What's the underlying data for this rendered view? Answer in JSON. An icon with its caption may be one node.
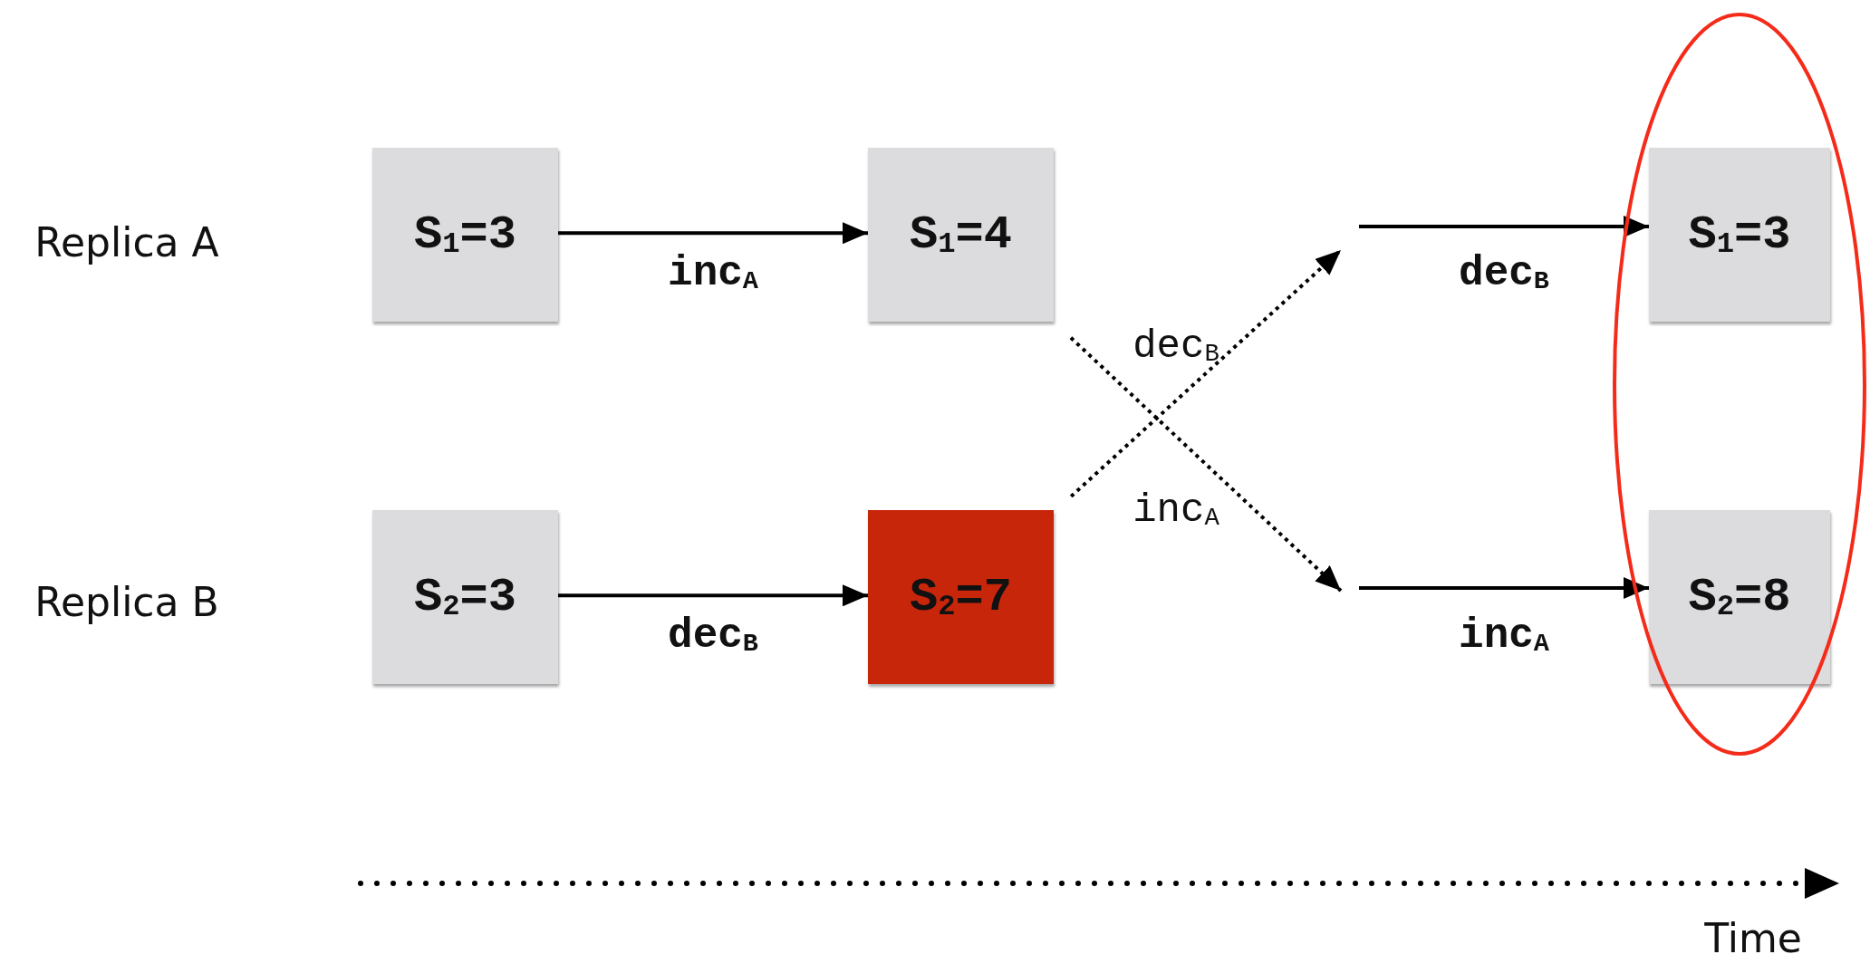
{
  "diagram": {
    "nodes": [
      {
        "text": [
          "S$_{1}$=3"
        ]
      },
      {
        "text": [
          "S$_{1}$=4"
        ]
      },
      {
        "text": [
          "S$_{1}$=3"
        ]
      },
      {
        "text": [
          "S$_{2}$=3"
        ]
      },
      {
        "text": [
          "S$_{2}$=7"
        ]
      },
      {
        "text": [
          "S$_{2}$=8"
        ]
      }
    ],
    "edges": [
      {
        "from": 0,
        "to": 1,
        "arrow": "to",
        "label": "inc$_{A}$"
      },
      {
        "from": 3,
        "to": 4,
        "arrow": "to",
        "label": "dec$_{B}$"
      },
      {
        "from": 1,
        "to": null,
        "arrow": "to",
        "label": "inc$_{A}$",
        "style": "dashed"
      },
      {
        "from": 4,
        "to": null,
        "arrow": "to",
        "label": "dec$_{B}$",
        "style": "dashed"
      },
      {
        "from": null,
        "to": 2,
        "arrow": "to",
        "label": "dec$_{B}$"
      },
      {
        "from": null,
        "to": 5,
        "arrow": "to",
        "label": "inc$_{A}$"
      }
    ],
    "labels": [
      "Replica A",
      "Replica B",
      "Time"
    ]
  }
}
